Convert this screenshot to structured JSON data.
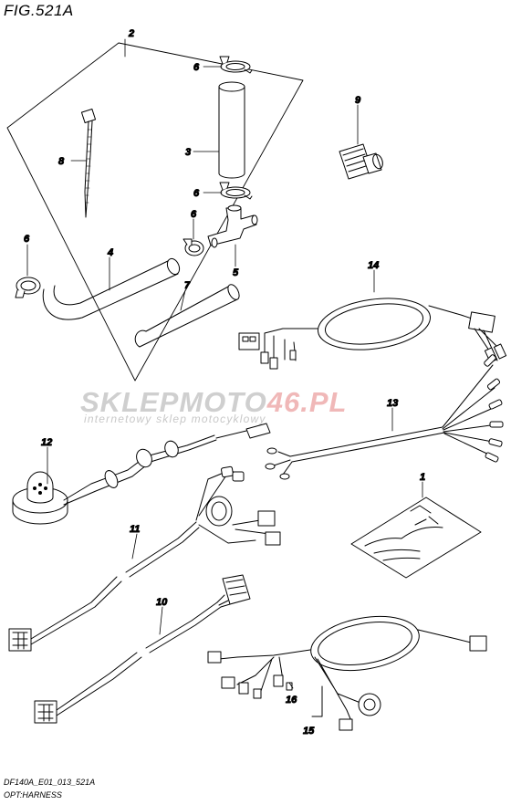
{
  "figure": {
    "title": "FIG.521A",
    "drawing_code": "DF140A_E01_013_521A",
    "section_name": "OPT:HARNESS"
  },
  "watermark": {
    "brand_main": "SKLEPMOTO",
    "brand_accent": "46.PL",
    "tagline": "internetowy sklep motocyklowy"
  },
  "callouts": {
    "c1": "1",
    "c2": "2",
    "c3": "3",
    "c4": "4",
    "c5": "5",
    "c6a": "6",
    "c6b": "6",
    "c6c": "6",
    "c6d": "6",
    "c7": "7",
    "c8": "8",
    "c9": "9",
    "c10": "10",
    "c11": "11",
    "c12": "12",
    "c13": "13",
    "c14": "14",
    "c15": "15",
    "c16": "16"
  },
  "colors": {
    "line": "#000000",
    "watermark_grey": "#cfcfcf",
    "watermark_red": "#f0b8b8"
  }
}
